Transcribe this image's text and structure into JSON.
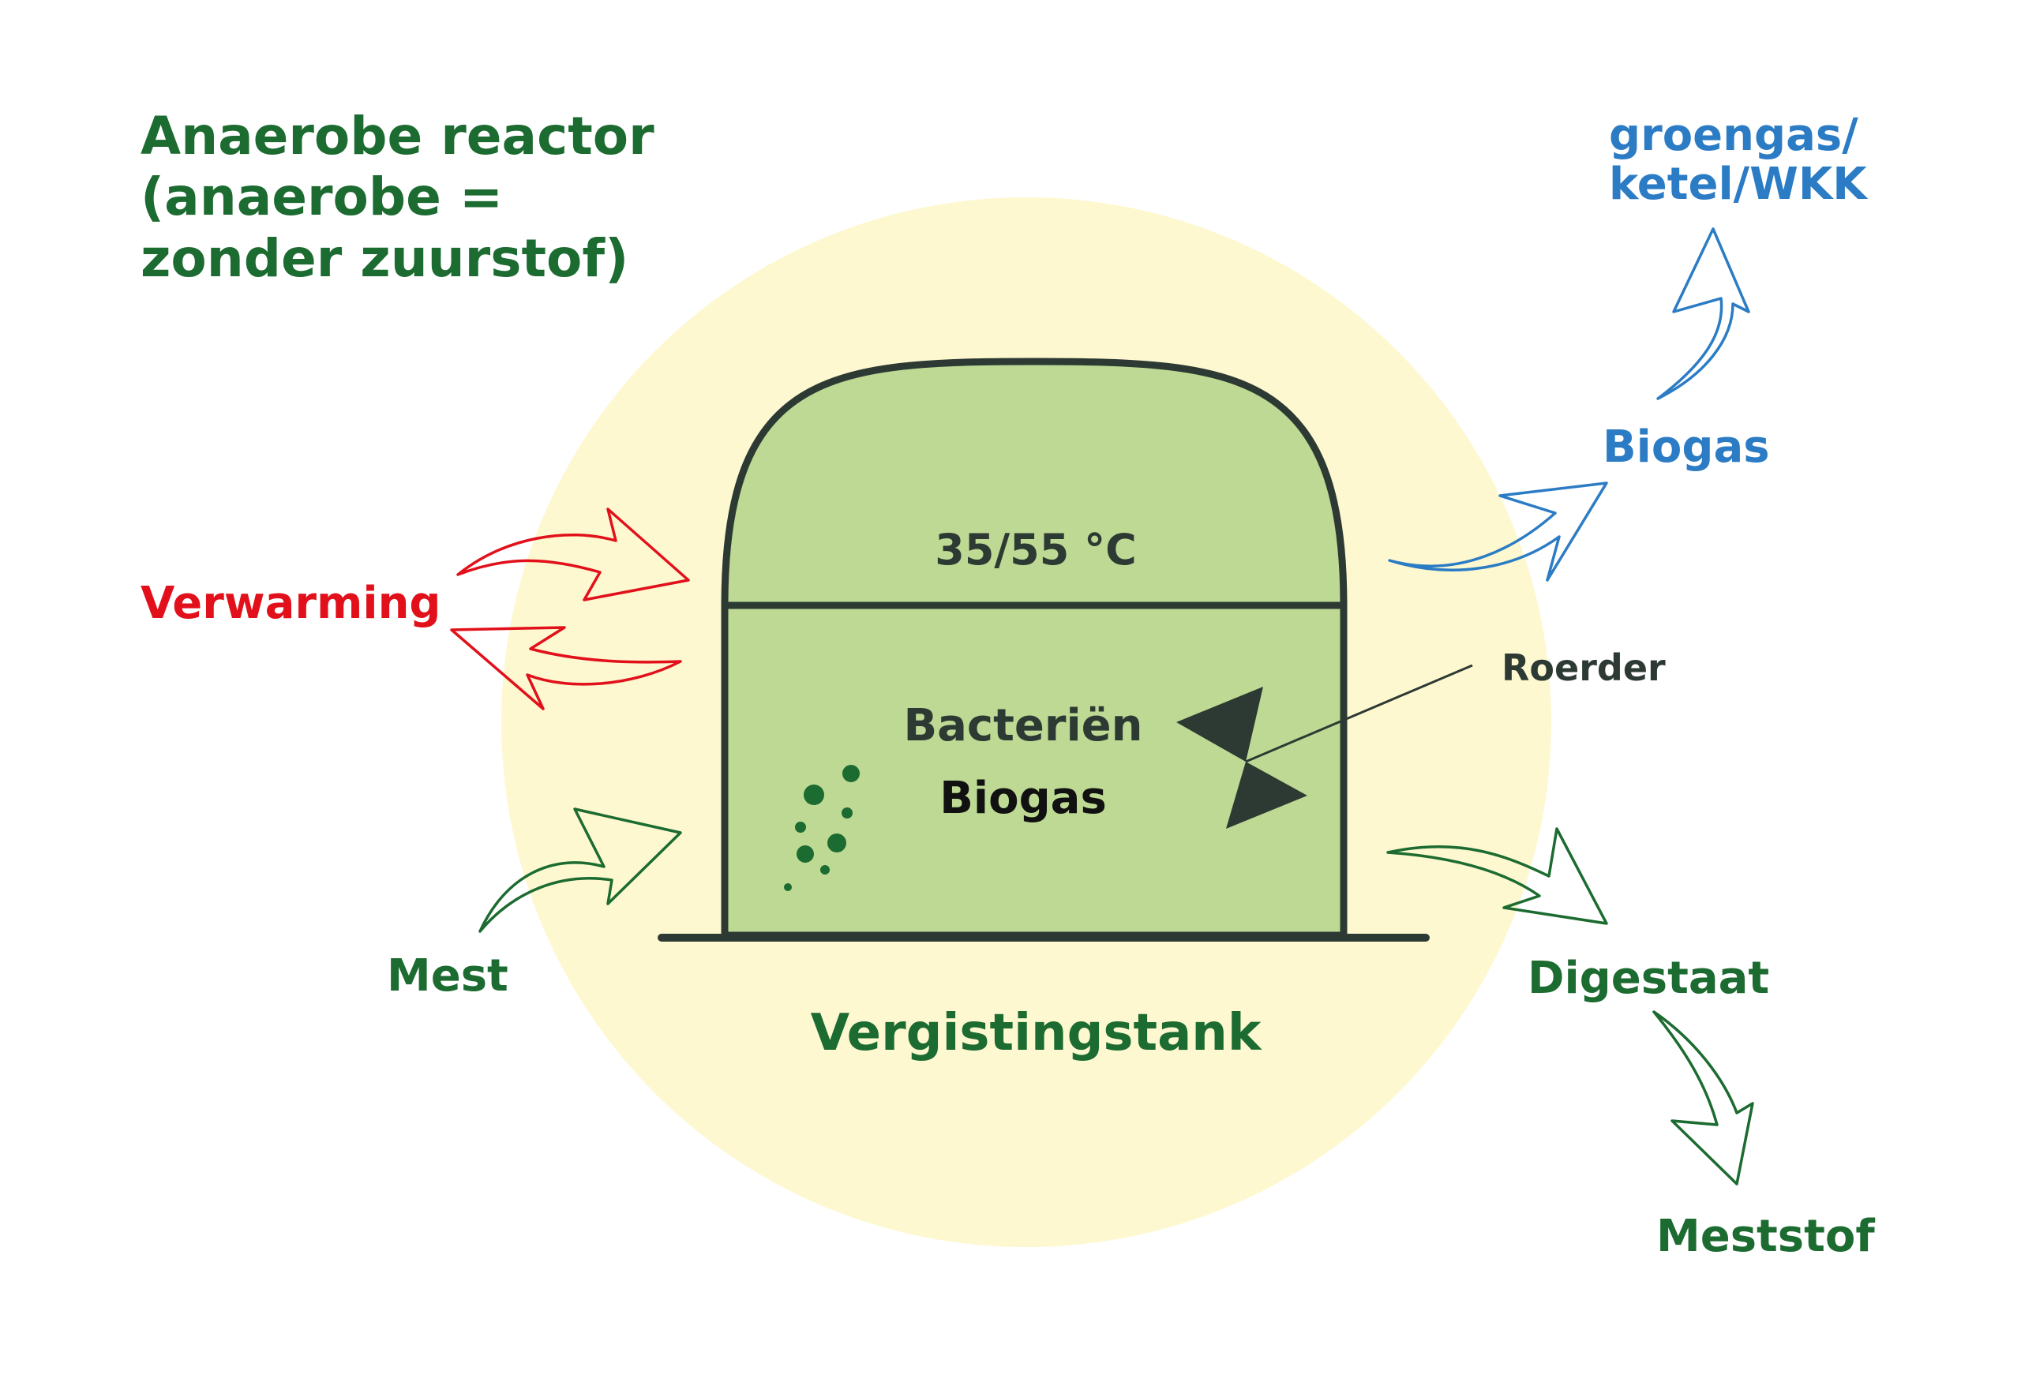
{
  "title": {
    "line1": "Anaerobe reactor",
    "line2": "(anaerobe =",
    "line3": "zonder zuurstof)"
  },
  "tank": {
    "temperature": "35/55 °C",
    "bacteria": "Bacteriën",
    "biogas_inside": "Biogas",
    "name": "Vergistingstank"
  },
  "stirrer_label": "Roerder",
  "inputs": {
    "heating": "Verwarming",
    "manure": "Mest"
  },
  "outputs": {
    "biogas": "Biogas",
    "biogas_use": [
      "groengas/",
      "ketel/WKK"
    ],
    "digestate": "Digestaat",
    "fertilizer": "Meststof"
  },
  "colors": {
    "title": "#1c6b30",
    "background_circle": "#fdf8d0",
    "tank_fill": "#bdd994",
    "tank_stroke": "#2d3a33",
    "heating": "#e1101a",
    "biogas": "#2b7cc4",
    "digestate": "#1c6b30",
    "bubbles": "#1c6b30"
  },
  "icons": {
    "stirrer": "stirrer-blades-icon",
    "bubbles": "gas-bubbles-icon"
  }
}
